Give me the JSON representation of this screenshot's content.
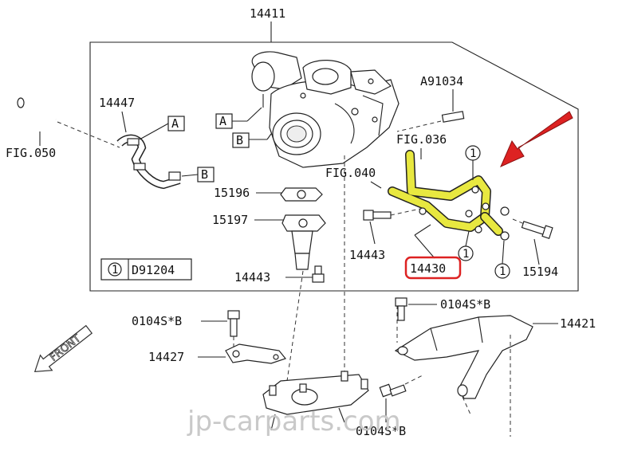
{
  "labels": {
    "main_assembly": "14411",
    "a91034": "A91034",
    "fig036": "FIG.036",
    "fig040": "FIG.040",
    "fig050": "FIG.050",
    "p14447": "14447",
    "p15196": "15196",
    "p15197": "15197",
    "p14443_left": "14443",
    "p14443_mid": "14443",
    "p14430": "14430",
    "p15194": "15194",
    "legend_num": "1",
    "legend_code": "D91204",
    "p14427": "14427",
    "p14421": "14421",
    "bolt_left": "0104S*B",
    "bolt_right": "0104S*B",
    "bolt_bottom": "0104S*B",
    "ref_a1": "A",
    "ref_a2": "A",
    "ref_b1": "B",
    "ref_b2": "B",
    "callout_1": "1",
    "front": "FRONT"
  },
  "watermark": "jp-carparts.com",
  "colors": {
    "highlight_part": "#e8e840",
    "highlight_label_box": "#dd2222",
    "arrow": "#dd2222"
  },
  "highlighted_part": "14430"
}
